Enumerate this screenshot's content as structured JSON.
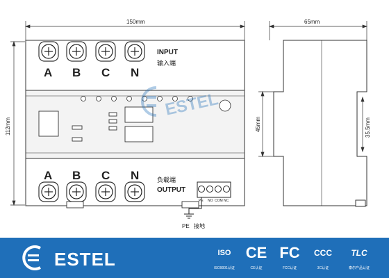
{
  "dimensions": {
    "width_top": "150mm",
    "height_left": "112mm",
    "width_side": "65mm",
    "height_side": "45mm",
    "height_rail": "35.5mm"
  },
  "input": {
    "terminals": [
      "A",
      "B",
      "C",
      "N"
    ],
    "label_en": "INPUT",
    "label_cn": "输入端"
  },
  "output": {
    "terminals": [
      "A",
      "B",
      "C",
      "N"
    ],
    "label_en": "OUTPUT",
    "label_cn": "负载端"
  },
  "pe": {
    "label": "PE",
    "label_cn": "接地"
  },
  "signal_terminals": [
    "PE",
    "NO",
    "COM",
    "NC"
  ],
  "watermark": "ESTEL",
  "footer": {
    "brand": "ESTEL",
    "background": "#1f6fb9",
    "certs": [
      {
        "mark": "ISO",
        "caption": "ISO9001认证"
      },
      {
        "mark": "CE",
        "caption": "CE认证"
      },
      {
        "mark": "FC",
        "caption": "FCC认证"
      },
      {
        "mark": "CCC",
        "caption": "3C认证"
      },
      {
        "mark": "TLC",
        "caption": "泰尔产品认证"
      }
    ]
  }
}
